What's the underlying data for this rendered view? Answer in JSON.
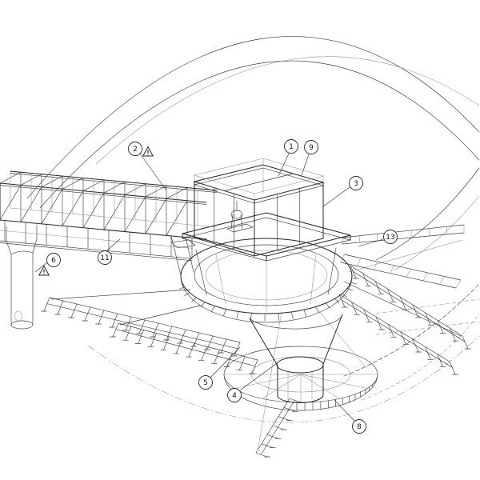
{
  "drawing": {
    "background_color": "#ffffff",
    "line_color": "#3c3c3c",
    "callouts": [
      {
        "label": "1"
      },
      {
        "label": "2"
      },
      {
        "label": "3"
      },
      {
        "label": "4"
      },
      {
        "label": "5"
      },
      {
        "label": "6"
      },
      {
        "label": "8"
      },
      {
        "label": "9"
      },
      {
        "label": "11"
      },
      {
        "label": "13"
      }
    ],
    "symbols": [
      {
        "name": "hazard-triangle-icon"
      },
      {
        "name": "hazard-triangle-icon"
      }
    ]
  }
}
